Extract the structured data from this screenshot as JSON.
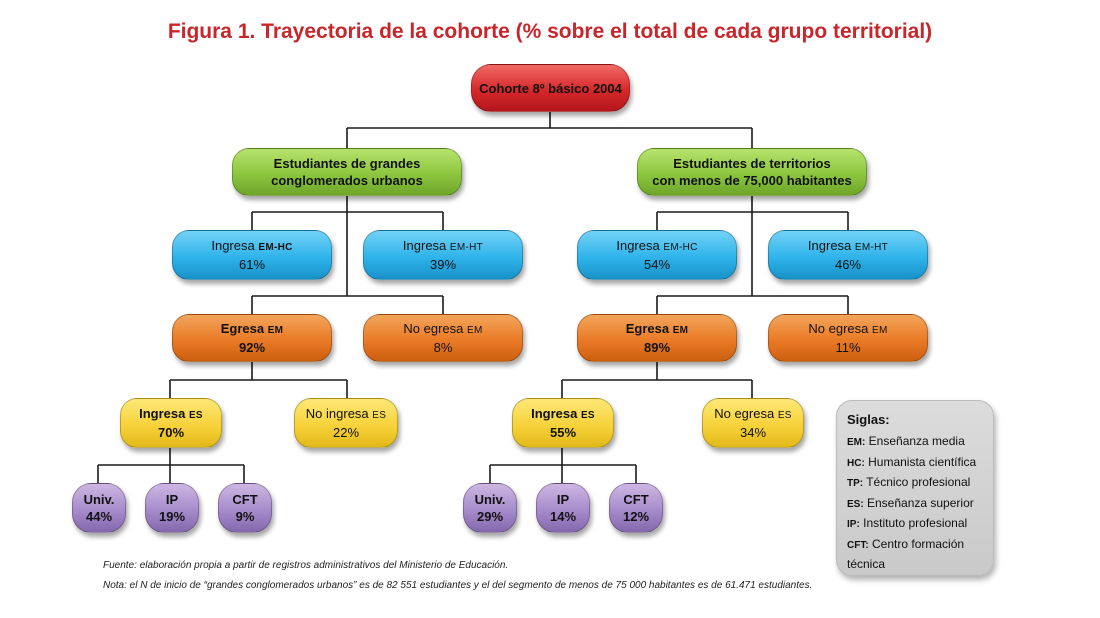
{
  "title": "Figura 1. Trayectoria de la cohorte (% sobre el total de cada grupo territorial)",
  "nodes": {
    "root": {
      "l1": "Cohorte 8º básico 2004"
    },
    "urban": {
      "l1": "Estudiantes de grandes",
      "l2": "conglomerados urbanos"
    },
    "rural": {
      "l1": "Estudiantes de territorios",
      "l2": "con menos de 75,000 habitantes"
    },
    "u_hc": {
      "l1_text": "Ingresa ",
      "l1_abbr": "EM-HC",
      "l2": "61%"
    },
    "u_ht": {
      "l1_text": "Ingresa ",
      "l1_abbr": "EM-HT",
      "l2": "39%"
    },
    "r_hc": {
      "l1_text": "Ingresa ",
      "l1_abbr": "EM-HC",
      "l2": "54%"
    },
    "r_ht": {
      "l1_text": "Ingresa ",
      "l1_abbr": "EM-HT",
      "l2": "46%"
    },
    "u_eg": {
      "l1_text": "Egresa ",
      "l1_abbr": "EM",
      "l2": "92%"
    },
    "u_neg": {
      "l1_text": "No egresa ",
      "l1_abbr": "EM",
      "l2": "8%"
    },
    "r_eg": {
      "l1_text": "Egresa ",
      "l1_abbr": "EM",
      "l2": "89%"
    },
    "r_neg": {
      "l1_text": "No egresa ",
      "l1_abbr": "EM",
      "l2": "11%"
    },
    "u_ies": {
      "l1_text": "Ingresa ",
      "l1_abbr": "ES",
      "l2": "70%"
    },
    "u_nies": {
      "l1_text": "No ingresa ",
      "l1_abbr": "ES",
      "l2": "22%"
    },
    "r_ies": {
      "l1_text": "Ingresa ",
      "l1_abbr": "ES",
      "l2": "55%"
    },
    "r_nies": {
      "l1_text": "No egresa ",
      "l1_abbr": "ES",
      "l2": "34%"
    },
    "u_univ": {
      "l1": "Univ.",
      "l2": "44%"
    },
    "u_ip": {
      "l1": "IP",
      "l2": "19%"
    },
    "u_cft": {
      "l1": "CFT",
      "l2": "9%"
    },
    "r_univ": {
      "l1": "Univ.",
      "l2": "29%"
    },
    "r_ip": {
      "l1": "IP",
      "l2": "14%"
    },
    "r_cft": {
      "l1": "CFT",
      "l2": "12%"
    }
  },
  "legend": {
    "title": "Siglas:",
    "items": [
      {
        "abbr": "EM:",
        "text": " Enseñanza media"
      },
      {
        "abbr": "HC:",
        "text": " Humanista científica"
      },
      {
        "abbr": "TP:",
        "text": " Técnico profesional"
      },
      {
        "abbr": "ES:",
        "text": " Enseñanza superior"
      },
      {
        "abbr": "IP:",
        "text": " Instituto profesional"
      },
      {
        "abbr": "CFT:",
        "text": " Centro formación técnica"
      }
    ]
  },
  "footnotes": {
    "source": "Fuente: elaboración propia a partir de registros administrativos del Ministerio de Educación.",
    "note": "Nota: el N de inicio de “grandes conglomerados urbanos” es de 82 551 estudiantes y el del segmento de menos de 75 000 habitantes es de 61.471 estudiantes."
  },
  "colors": {
    "title": "#c8262b",
    "root": "#d6282b",
    "group": "#8cc63f",
    "em_type": "#2eb3ea",
    "em_exit": "#ea7a26",
    "es_entry": "#f7d23b",
    "institution": "#a68bcb",
    "legend_bg": "#d0d0d0"
  }
}
